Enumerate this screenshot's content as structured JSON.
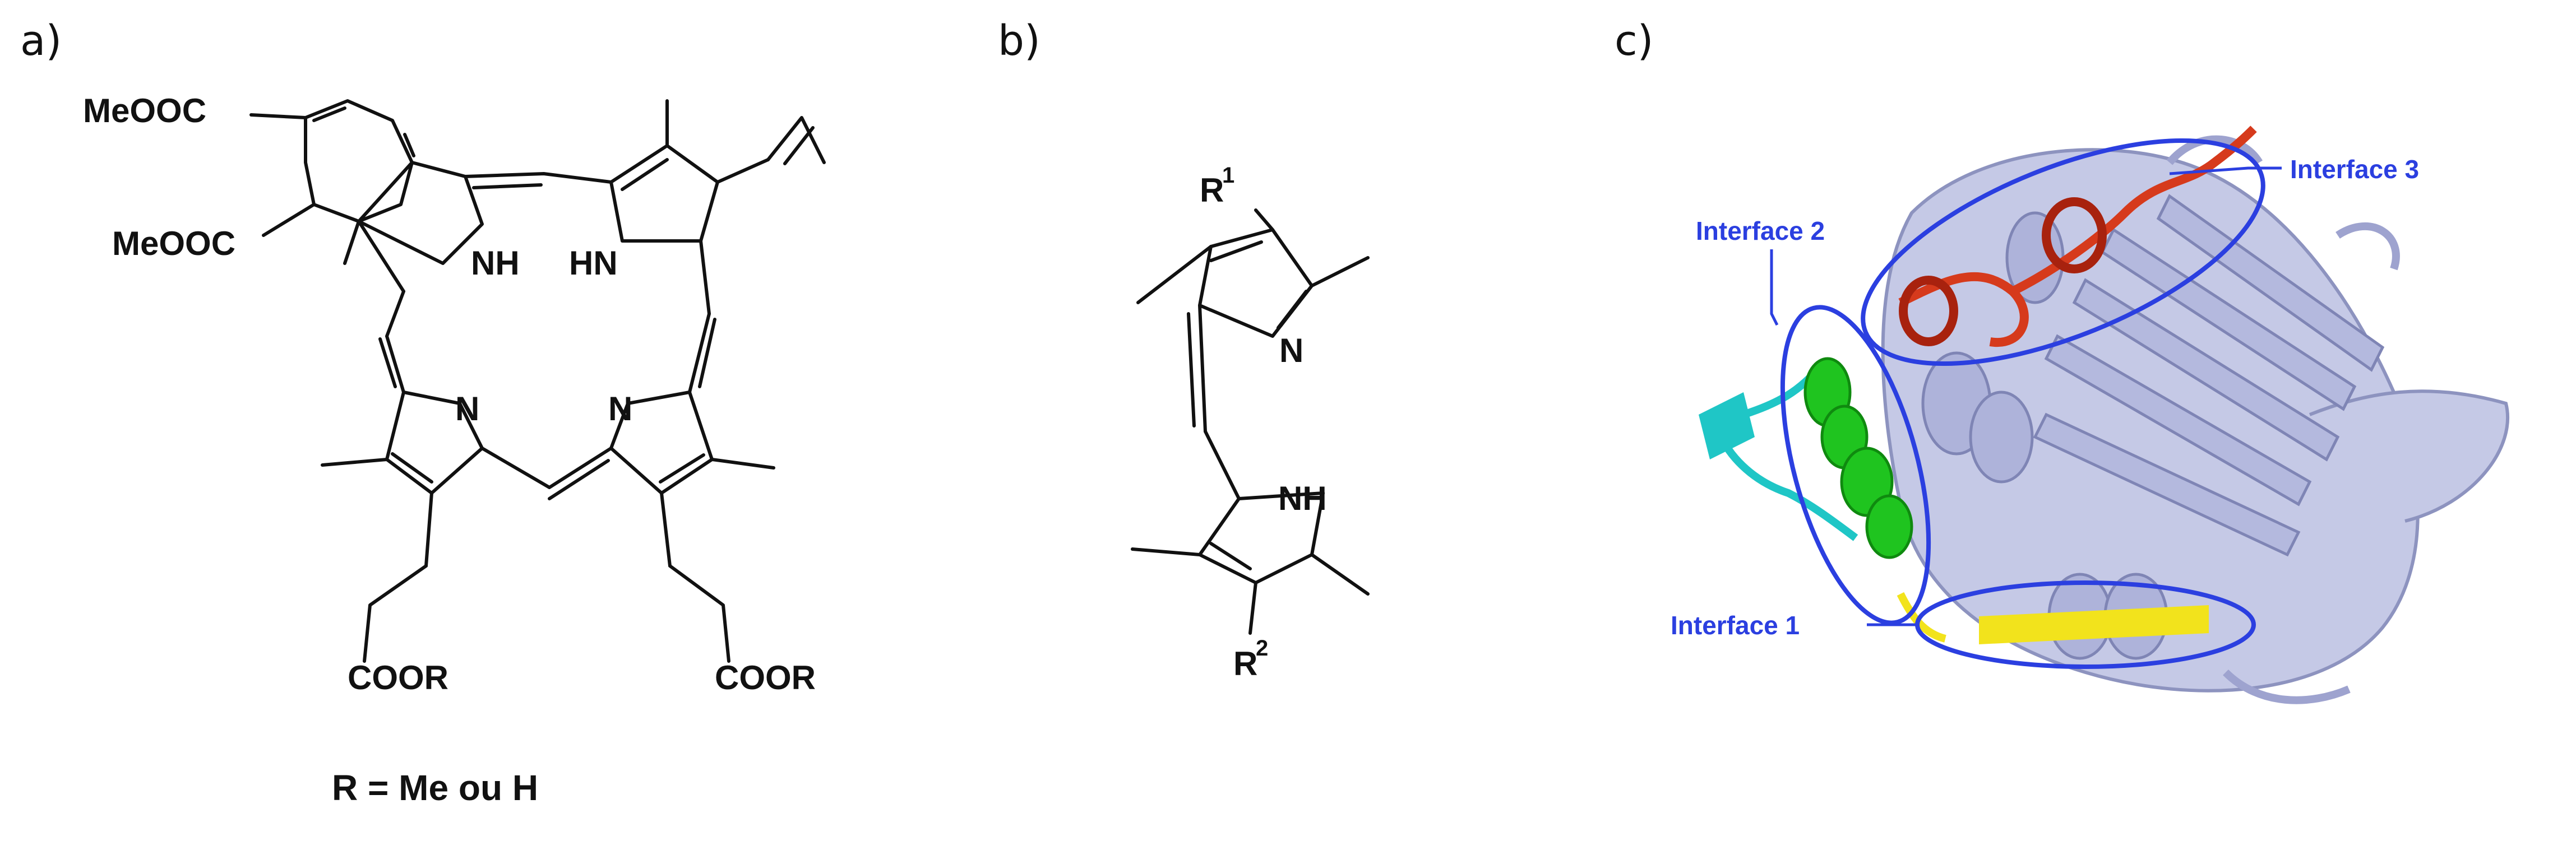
{
  "panels": {
    "a": {
      "label": "a)",
      "atoms": {
        "ester_top": "MeOOC",
        "ester_bottom": "MeOOC",
        "nh_left": "NH",
        "hn_right": "HN",
        "n_left": "N",
        "n_right": "N",
        "coor_left": "COOR",
        "coor_right": "COOR"
      },
      "caption": "R = Me ou H"
    },
    "b": {
      "label": "b)",
      "atoms": {
        "r1": "R",
        "r1_sup": "1",
        "n_top": "N",
        "nh_bottom": "NH",
        "r2": "R",
        "r2_sup": "2"
      }
    },
    "c": {
      "label": "c)",
      "interfaces": {
        "i1": "Interface 1",
        "i2": "Interface 2",
        "i3": "Interface 3"
      },
      "colors": {
        "protein": "#b9bfe0",
        "protein_dark": "#8d93bf",
        "interface1": "#f2e31c",
        "interface2": "#1fc41f",
        "interface3": "#d63a1c",
        "cyan_loop": "#1fc6c6",
        "ellipse": "#2b3fe0"
      }
    }
  }
}
